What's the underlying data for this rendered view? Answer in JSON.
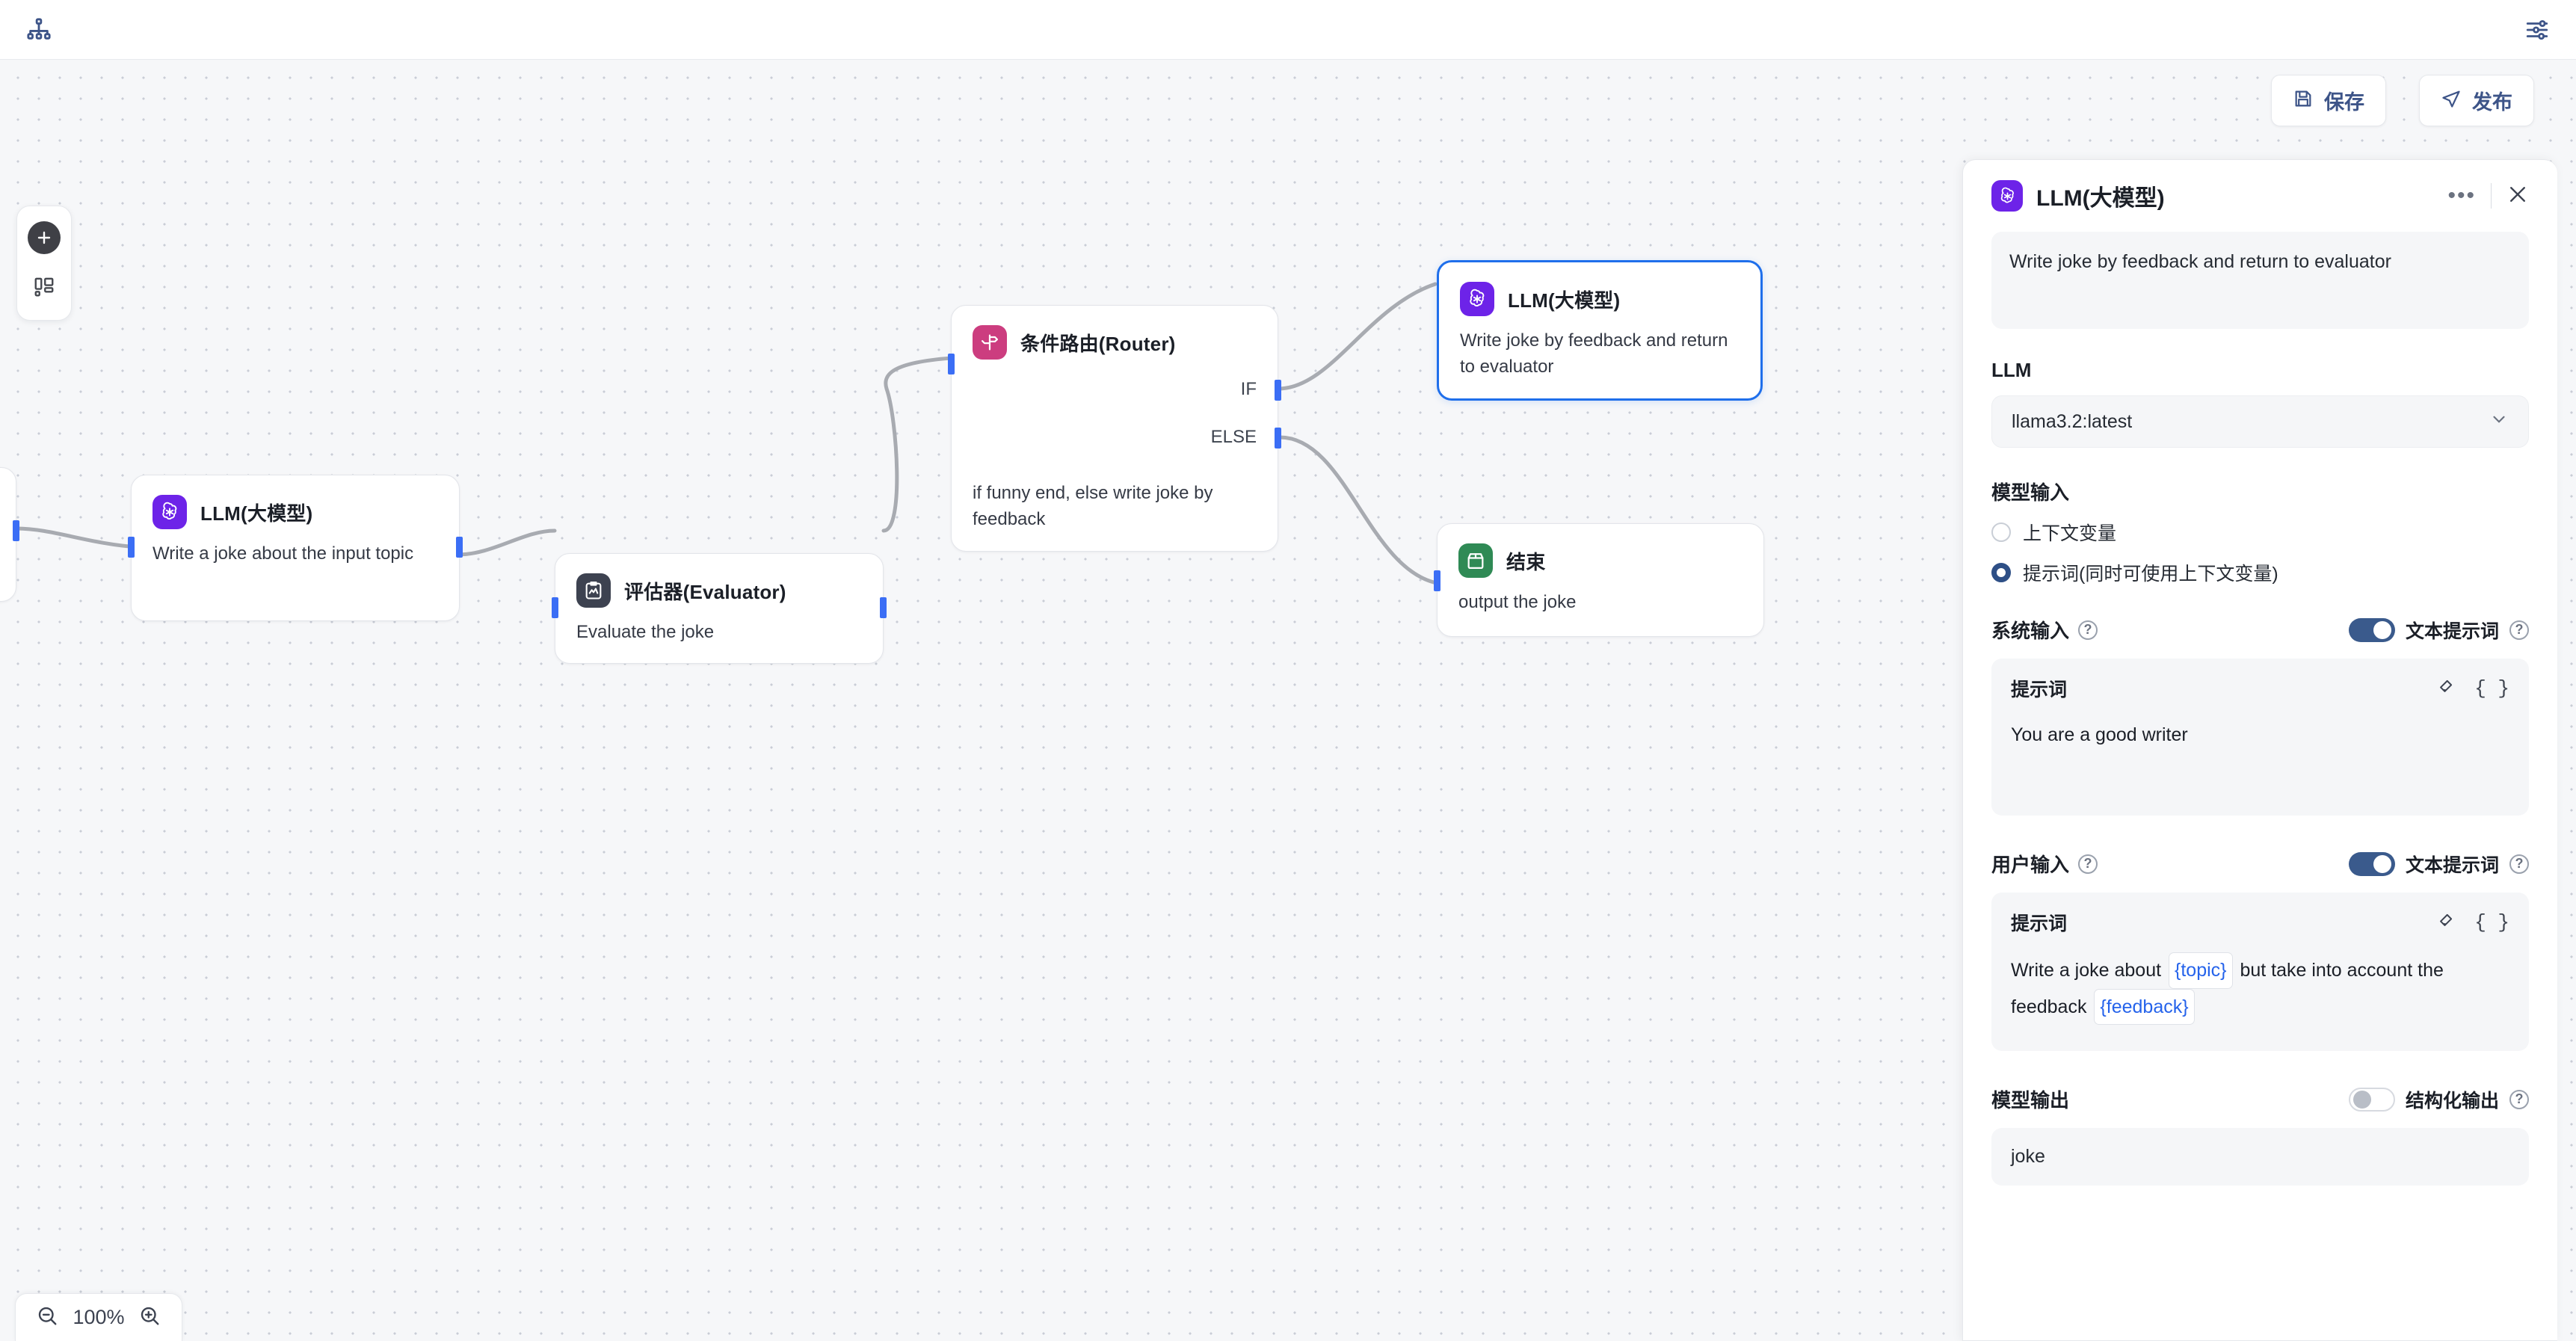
{
  "topbar": {
    "logo_icon": "sitemap-icon",
    "settings_icon": "sliders-icon",
    "save_label": "保存",
    "save_icon": "floppy-disk-icon",
    "publish_label": "发布",
    "publish_icon": "send-icon"
  },
  "left_tools": {
    "add_icon": "plus-icon",
    "template_icon": "layout-grid-icon"
  },
  "zoom": {
    "minus_icon": "zoom-out-icon",
    "value": "100%",
    "plus_icon": "zoom-in-icon"
  },
  "canvas": {
    "nodes": [
      {
        "id": "llm1",
        "title": "LLM(大模型)",
        "desc": "Write a joke about the input topic",
        "icon": "openai-logo-icon"
      },
      {
        "id": "eval",
        "title": "评估器(Evaluator)",
        "desc": "Evaluate the joke",
        "icon": "clipboard-chart-icon"
      },
      {
        "id": "router",
        "title": "条件路由(Router)",
        "desc": "if funny end, else write joke by feedback",
        "icon": "signpost-icon",
        "branches": [
          "IF",
          "ELSE"
        ]
      },
      {
        "id": "llm2",
        "title": "LLM(大模型)",
        "desc": "Write joke by feedback and return to evaluator",
        "icon": "openai-logo-icon",
        "selected": true
      },
      {
        "id": "end",
        "title": "结束",
        "desc": "output the joke",
        "icon": "package-icon"
      }
    ]
  },
  "panel": {
    "title": "LLM(大模型)",
    "more_icon": "more-horizontal-icon",
    "close_icon": "close-icon",
    "description": "Write joke by feedback and return to evaluator",
    "llm": {
      "label": "LLM",
      "selected_model": "llama3.2:latest",
      "chevron_icon": "chevron-down-icon"
    },
    "model_input": {
      "label": "模型输入",
      "options": [
        {
          "label": "上下文变量",
          "selected": false
        },
        {
          "label": "提示词(同时可使用上下文变量)",
          "selected": true
        }
      ]
    },
    "system_input": {
      "label": "系统输入",
      "help_icon": "question-mark-icon",
      "toggle_label": "文本提示词",
      "toggle_on": true,
      "prompt_label": "提示词",
      "eraser_icon": "eraser-icon",
      "brace_icon": "{ }",
      "prompt_text": "You are a good writer"
    },
    "user_input": {
      "label": "用户输入",
      "help_icon": "question-mark-icon",
      "toggle_label": "文本提示词",
      "toggle_on": true,
      "prompt_label": "提示词",
      "eraser_icon": "eraser-icon",
      "brace_icon": "{ }",
      "prompt_parts": [
        {
          "type": "text",
          "value": "Write a joke about"
        },
        {
          "type": "var",
          "value": "{topic}"
        },
        {
          "type": "text",
          "value": "but take into account the feedback"
        },
        {
          "type": "var",
          "value": "{feedback}"
        }
      ]
    },
    "model_output": {
      "label": "模型输出",
      "toggle_label": "结构化输出",
      "toggle_on": false,
      "help_icon": "question-mark-icon",
      "value": "joke"
    }
  },
  "colors": {
    "accent_blue": "#1f6feb",
    "port_blue": "#3b6ef5",
    "llm_purple": "#6d23e8",
    "eval_slate": "#3d4250",
    "router_pink": "#cc3d7f",
    "end_green": "#2f8a55",
    "toggle_on": "#3a5a8c",
    "var_blue": "#2563eb",
    "canvas_bg": "#f6f7f9"
  }
}
